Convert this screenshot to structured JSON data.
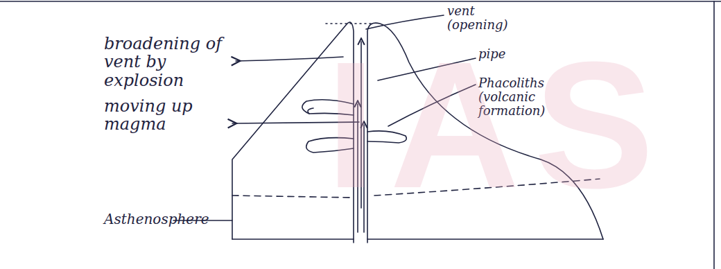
{
  "diagram": {
    "labels": [
      "broadening of vent by explosion",
      "vent (opening)",
      "pipe",
      "moving up magma",
      "Phacoliths (volcanic formation)",
      "Asthenosphere",
      "IAS"
    ]
  }
}
